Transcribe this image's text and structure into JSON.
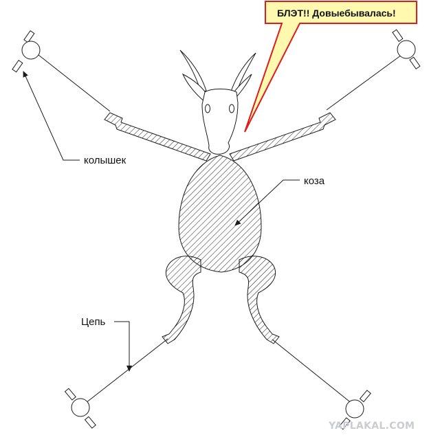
{
  "labels": {
    "peg": "колышек",
    "goat": "коза",
    "chain": "Цепь"
  },
  "callout": {
    "text": "БЛЭТ!! Довыебывалась!"
  },
  "watermark": "YAPLAKAL.COM",
  "colors": {
    "line": "#1a1a1a",
    "callout_fill": "#fff9b0",
    "callout_border": "#e01b1b",
    "watermark": "#c8cdd2"
  }
}
